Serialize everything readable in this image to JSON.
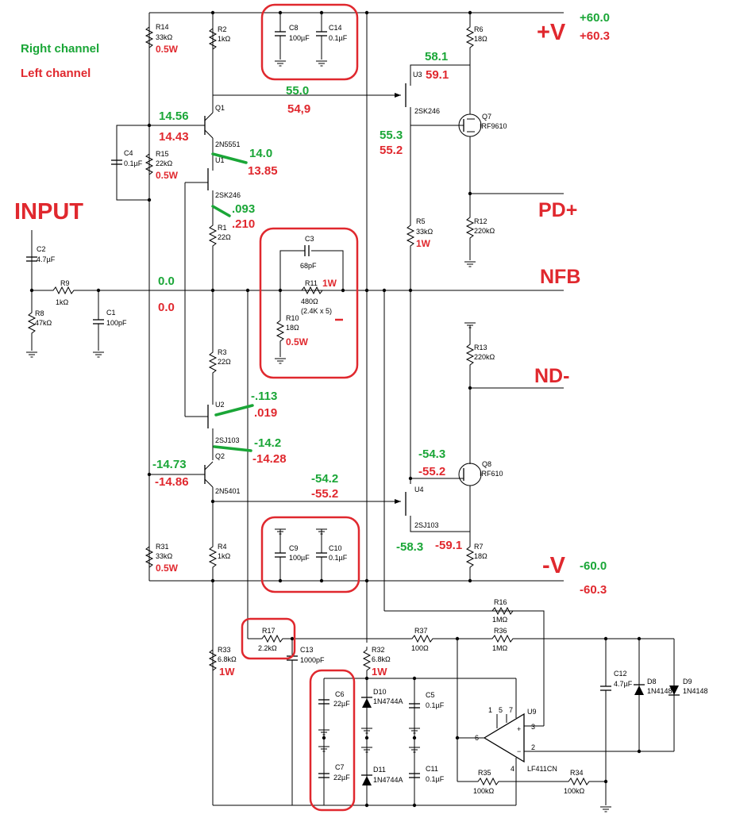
{
  "legend": {
    "right": "Right channel",
    "left": "Left channel"
  },
  "rails": {
    "pos": {
      "label": "+V",
      "right": "+60.0",
      "left": "+60.3"
    },
    "neg": {
      "label": "-V",
      "right": "-60.0",
      "left": "-60.3"
    }
  },
  "io": {
    "input": "INPUT",
    "pd": "PD+",
    "nfb": "NFB",
    "nd": "ND-"
  },
  "components": {
    "R14": {
      "ref": "R14",
      "val": "33kΩ",
      "pwr": "0.5W"
    },
    "R2": {
      "ref": "R2",
      "val": "1kΩ"
    },
    "C8": {
      "ref": "C8",
      "val": "100µF"
    },
    "C14": {
      "ref": "C14",
      "val": "0.1µF"
    },
    "R6": {
      "ref": "R6",
      "val": "18Ω"
    },
    "U3": {
      "ref": "U3"
    },
    "Q1": {
      "ref": "Q1",
      "part": "2N5551"
    },
    "C4": {
      "ref": "C4",
      "val": "0.1µF"
    },
    "R15": {
      "ref": "R15",
      "val": "22kΩ",
      "pwr": "0.5W"
    },
    "U1": {
      "ref": "U1",
      "part": "2SK246"
    },
    "U3p": {
      "part": "2SK246"
    },
    "Q7": {
      "ref": "Q7",
      "part": "IRF9610"
    },
    "R1": {
      "ref": "R1",
      "val": "22Ω"
    },
    "R12": {
      "ref": "R12",
      "val": "220kΩ"
    },
    "R5": {
      "ref": "R5",
      "val": "33kΩ",
      "pwr": "1W"
    },
    "C2": {
      "ref": "C2",
      "val": "4.7µF"
    },
    "C3": {
      "ref": "C3",
      "val": "68pF"
    },
    "R11": {
      "ref": "R11",
      "val": "480Ω",
      "pwr": "1W",
      "note": "(2.4K x 5)"
    },
    "R9": {
      "ref": "R9",
      "val": "1kΩ"
    },
    "C1": {
      "ref": "C1",
      "val": "100pF"
    },
    "R8": {
      "ref": "R8",
      "val": "47kΩ"
    },
    "R10": {
      "ref": "R10",
      "val": "18Ω",
      "pwr": "0.5W"
    },
    "R13": {
      "ref": "R13",
      "val": "220kΩ"
    },
    "R3": {
      "ref": "R3",
      "val": "22Ω"
    },
    "U2": {
      "ref": "U2",
      "part": "2SJ103"
    },
    "Q2": {
      "ref": "Q2",
      "part": "2N5401"
    },
    "Q8": {
      "ref": "Q8",
      "part": "IRF610"
    },
    "U4": {
      "ref": "U4",
      "part": "2SJ103"
    },
    "R31": {
      "ref": "R31",
      "val": "33kΩ",
      "pwr": "0.5W"
    },
    "R4": {
      "ref": "R4",
      "val": "1kΩ"
    },
    "C9": {
      "ref": "C9",
      "val": "100µF"
    },
    "C10": {
      "ref": "C10",
      "val": "0.1µF"
    },
    "R7": {
      "ref": "R7",
      "val": "18Ω"
    },
    "R16": {
      "ref": "R16",
      "val": "1MΩ"
    },
    "R17": {
      "ref": "R17",
      "val": "2.2kΩ"
    },
    "R37": {
      "ref": "R37",
      "val": "100Ω"
    },
    "R36": {
      "ref": "R36",
      "val": "1MΩ"
    },
    "R33": {
      "ref": "R33",
      "val": "6.8kΩ",
      "pwr": "1W"
    },
    "C13": {
      "ref": "C13",
      "val": "1000pF"
    },
    "R32": {
      "ref": "R32",
      "val": "6.8kΩ",
      "pwr": "1W"
    },
    "C12": {
      "ref": "C12",
      "val": "4.7µF"
    },
    "D8": {
      "ref": "D8",
      "part": "1N4148"
    },
    "D9": {
      "ref": "D9",
      "part": "1N4148"
    },
    "C6": {
      "ref": "C6",
      "val": "22µF"
    },
    "D10": {
      "ref": "D10",
      "part": "1N4744A"
    },
    "C5": {
      "ref": "C5",
      "val": "0.1µF"
    },
    "U9": {
      "ref": "U9",
      "part": "LF411CN"
    },
    "C7": {
      "ref": "C7",
      "val": "22µF"
    },
    "D11": {
      "ref": "D11",
      "part": "1N4744A"
    },
    "C11": {
      "ref": "C11",
      "val": "0.1µF"
    },
    "R35": {
      "ref": "R35",
      "val": "100kΩ"
    },
    "R34": {
      "ref": "R34",
      "val": "100kΩ"
    }
  },
  "pins": {
    "p1": "1",
    "p5": "5",
    "p7": "7",
    "p3": "3",
    "p2": "2",
    "p6": "6",
    "p4": "4",
    "plus": "+",
    "minus": "−"
  },
  "voltages": {
    "u3d": {
      "right": "58.1",
      "left": "59.1"
    },
    "gate": {
      "right": "55.0",
      "left": "54,9"
    },
    "q1b": {
      "right": "14.56",
      "left": "14.43"
    },
    "u3s": {
      "right": "55.3",
      "left": "55.2"
    },
    "u1": {
      "right": "14.0",
      "left": "13.85"
    },
    "u1s": {
      "right": ".093",
      "left": ".210"
    },
    "in": {
      "right": "0.0",
      "left": "0.0"
    },
    "u2": {
      "right": "-.113",
      "left": ".019"
    },
    "q2e": {
      "right": "-14.2",
      "left": "-14.28"
    },
    "q2b": {
      "right": "-14.73",
      "left": "-14.86"
    },
    "q8g": {
      "right": "-54.3",
      "left": "-55.2"
    },
    "u4g": {
      "right": "-54.2",
      "left": "-55.2"
    },
    "u4d": {
      "right": "-58.3",
      "left": "-59.1"
    }
  },
  "colors": {
    "highlight": "#e0282e",
    "right": "#1aa637",
    "left": "#e0282e"
  }
}
